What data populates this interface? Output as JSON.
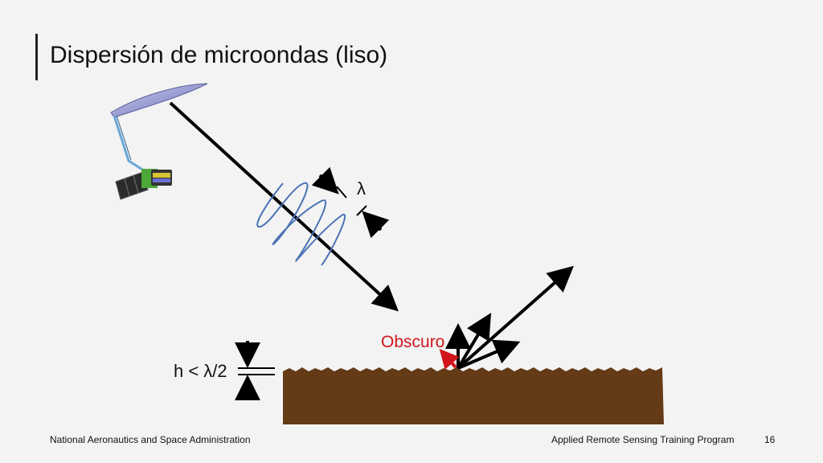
{
  "slide": {
    "title": "Dispersión de microondas (liso)",
    "page_number": "16"
  },
  "diagram": {
    "wavelength_label": "λ",
    "dark_label": "Obscuro",
    "height_condition": "h < λ/2"
  },
  "footer": {
    "organization": "National Aeronautics and Space Administration",
    "program": "Applied Remote Sensing Training Program"
  },
  "colors": {
    "background": "#f3f3f3",
    "ground": "#643a17",
    "wave": "#4a72b5",
    "dark_arrow": "#d0161b",
    "arrow": "#000000",
    "satellite_dish": "#9a9ed4"
  },
  "icons": [
    "satellite-icon"
  ]
}
